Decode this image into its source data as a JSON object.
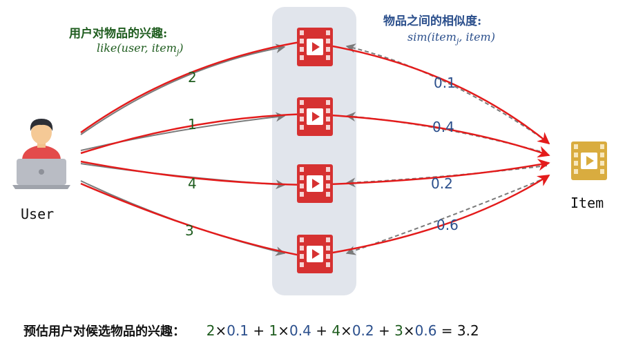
{
  "labels": {
    "interest_title": "用户对物品的兴趣:",
    "like_formula": {
      "prefix": "like(user, item",
      "sub": "j",
      "suffix": ")"
    },
    "similarity_title": "物品之间的相似度:",
    "sim_formula": {
      "prefix": "sim(item",
      "sub": "j",
      "suffix": ", item)"
    },
    "user": "User",
    "item": "Item"
  },
  "interest_values": [
    "2",
    "1",
    "4",
    "3"
  ],
  "similarity_values": [
    "0.1",
    "0.4",
    "0.2",
    "0.6"
  ],
  "bottom_formula": {
    "prefix": "预估用户对候选物品的兴趣：",
    "terms": [
      {
        "interest": "2",
        "times": "×",
        "sim": "0.1"
      },
      {
        "interest": "1",
        "times": "×",
        "sim": "0.4"
      },
      {
        "interest": "4",
        "times": "×",
        "sim": "0.2"
      },
      {
        "interest": "3",
        "times": "×",
        "sim": "0.6"
      }
    ],
    "plus": "+",
    "equals": "=",
    "result": "3.2"
  },
  "colors": {
    "green_text": "#1e5c1e",
    "blue_text": "#2b4f8c",
    "red_arrow": "#e31b1b",
    "grey_arrow": "#7a7a7a",
    "panel": "#e1e5ec",
    "video_red": "#d63131",
    "video_gold": "#d9ac3f",
    "user_shirt": "#e34b4b",
    "laptop": "#b9bcc4"
  },
  "icons": [
    "user-icon",
    "video-icon",
    "item-video-icon"
  ]
}
